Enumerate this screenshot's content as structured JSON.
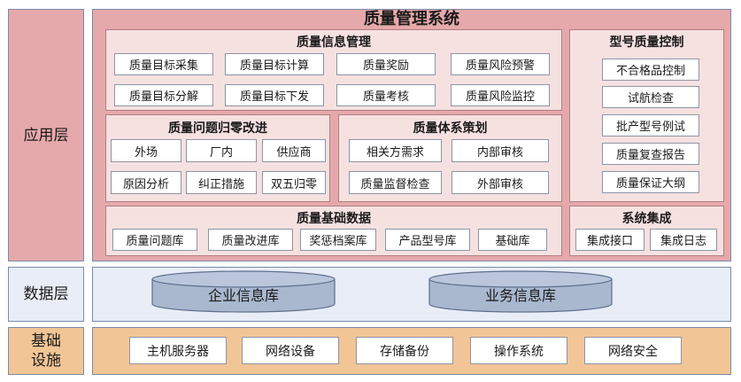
{
  "layers": {
    "application": "应用层",
    "data": "数据层",
    "infrastructure": "基础\n设施"
  },
  "title": "质量管理系统",
  "sections": {
    "info_mgmt": {
      "title": "质量信息管理",
      "items": [
        "质量目标采集",
        "质量目标计算",
        "质量奖励",
        "质量风险预警",
        "质量目标分解",
        "质量目标下发",
        "质量考核",
        "质量风险监控"
      ]
    },
    "problem_zero": {
      "title": "质量问题归零改进",
      "items": [
        "外场",
        "厂内",
        "供应商",
        "原因分析",
        "纠正措施",
        "双五归零"
      ]
    },
    "system_plan": {
      "title": "质量体系策划",
      "items": [
        "相关方需求",
        "内部审核",
        "质量监督检查",
        "外部审核"
      ]
    },
    "model_control": {
      "title": "型号质量控制",
      "items": [
        "不合格品控制",
        "试航检查",
        "批产型号例试",
        "质量复查报告",
        "质量保证大纲"
      ]
    },
    "base_data": {
      "title": "质量基础数据",
      "items": [
        "质量问题库",
        "质量改进库",
        "奖惩档案库",
        "产品型号库",
        "基础库"
      ]
    },
    "integration": {
      "title": "系统集成",
      "items": [
        "集成接口",
        "集成日志"
      ]
    }
  },
  "databases": [
    "企业信息库",
    "业务信息库"
  ],
  "infrastructure_items": [
    "主机服务器",
    "网络设备",
    "存储备份",
    "操作系统",
    "网络安全"
  ],
  "colors": {
    "app_layer": "#e6a9ab",
    "section_bg": "#f6e1e1",
    "data_layer": "#e8edf7",
    "infra_layer": "#f2c596",
    "cylinder": "#a9b7cf"
  }
}
